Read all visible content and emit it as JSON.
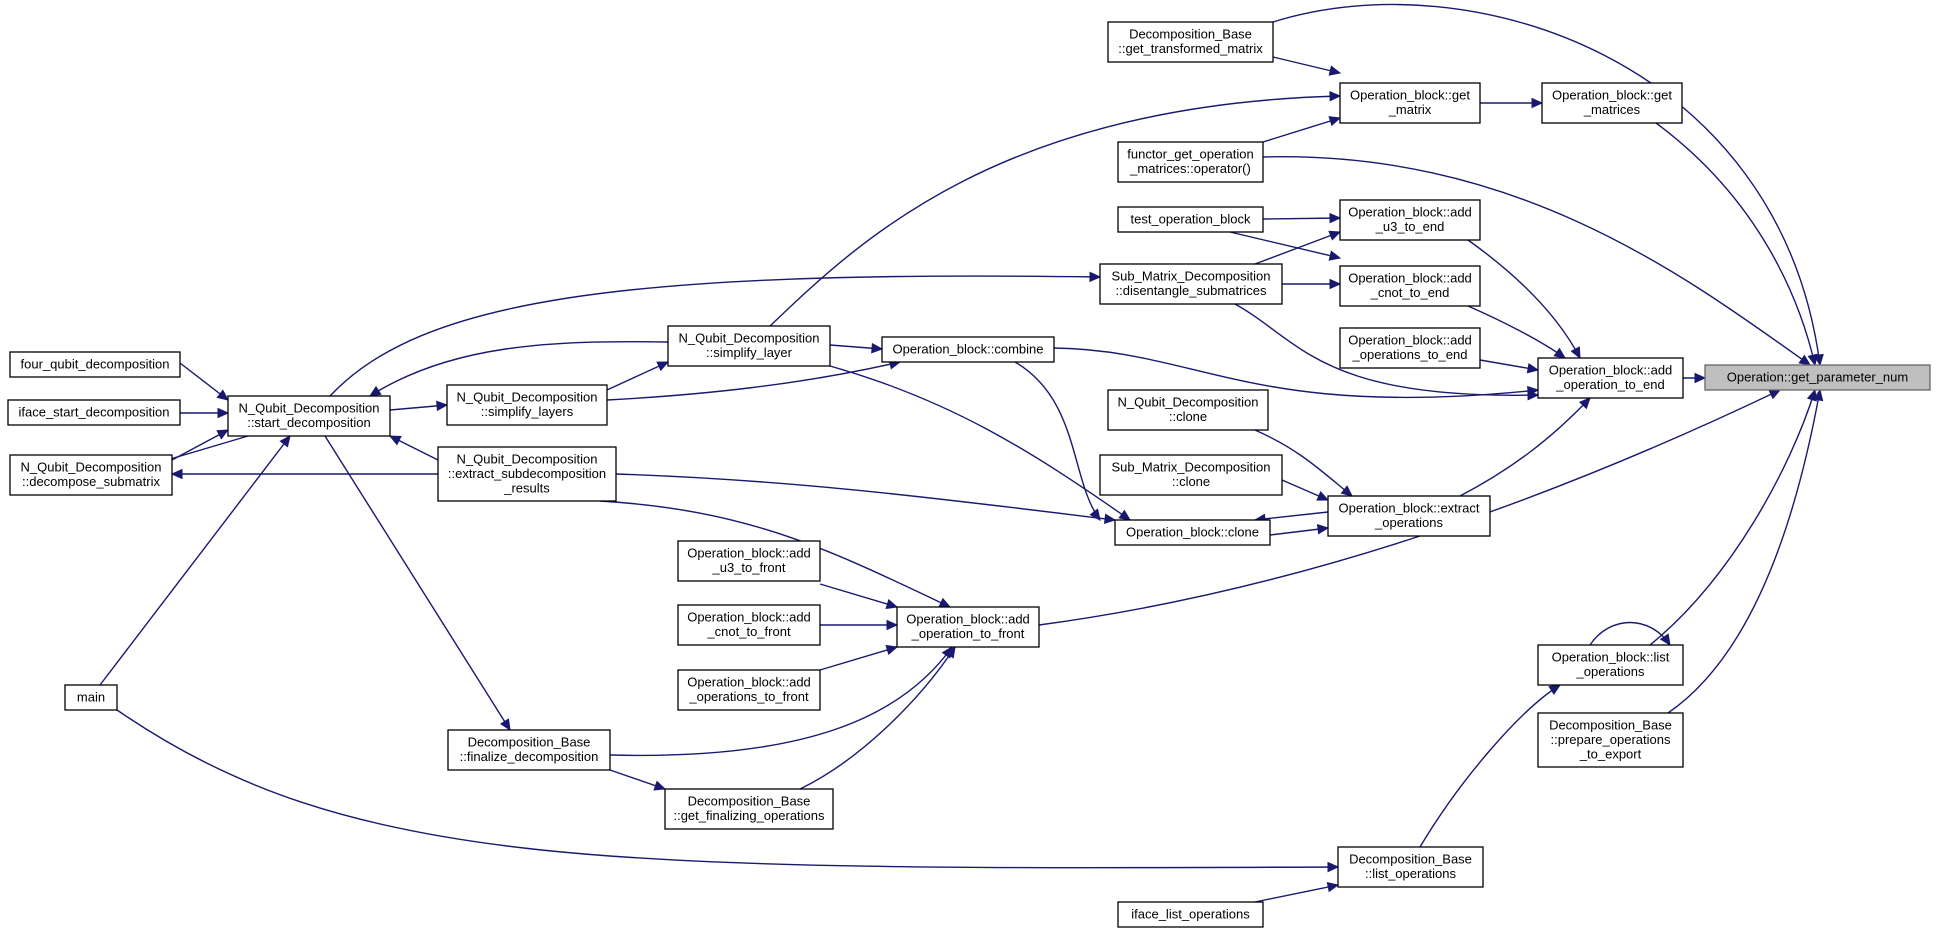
{
  "diagram": {
    "type": "doxygen-caller-graph",
    "colors": {
      "edge": "#191970",
      "root_fill": "#bfbfbf",
      "node_fill": "#ffffff"
    },
    "nodes": [
      {
        "id": "root",
        "lines": [
          "Operation::get_parameter_num"
        ],
        "root": true
      },
      {
        "id": "add_op_end",
        "lines": [
          "Operation_block::add",
          "_operation_to_end"
        ]
      },
      {
        "id": "get_matrices",
        "lines": [
          "Operation_block::get",
          "_matrices"
        ]
      },
      {
        "id": "get_matrix",
        "lines": [
          "Operation_block::get",
          "_matrix"
        ]
      },
      {
        "id": "db_transformed",
        "lines": [
          "Decomposition_Base",
          "::get_transformed_matrix"
        ]
      },
      {
        "id": "functor",
        "lines": [
          "functor_get_operation",
          "_matrices::operator()"
        ]
      },
      {
        "id": "add_u3_end",
        "lines": [
          "Operation_block::add",
          "_u3_to_end"
        ]
      },
      {
        "id": "test_ob",
        "lines": [
          "test_operation_block"
        ]
      },
      {
        "id": "add_cnot_end",
        "lines": [
          "Operation_block::add",
          "_cnot_to_end"
        ]
      },
      {
        "id": "smd_disentangle",
        "lines": [
          "Sub_Matrix_Decomposition",
          "::disentangle_submatrices"
        ]
      },
      {
        "id": "add_ops_end",
        "lines": [
          "Operation_block::add",
          "_operations_to_end"
        ]
      },
      {
        "id": "combine",
        "lines": [
          "Operation_block::combine"
        ]
      },
      {
        "id": "nqd_simplify_layer",
        "lines": [
          "N_Qubit_Decomposition",
          "::simplify_layer"
        ]
      },
      {
        "id": "nqd_simplify_layers",
        "lines": [
          "N_Qubit_Decomposition",
          "::simplify_layers"
        ]
      },
      {
        "id": "nqd_start",
        "lines": [
          "N_Qubit_Decomposition",
          "::start_decomposition"
        ]
      },
      {
        "id": "four_qubit",
        "lines": [
          "four_qubit_decomposition"
        ]
      },
      {
        "id": "iface_start",
        "lines": [
          "iface_start_decomposition"
        ]
      },
      {
        "id": "nqd_decompose_sub",
        "lines": [
          "N_Qubit_Decomposition",
          "::decompose_submatrix"
        ]
      },
      {
        "id": "nqd_extract",
        "lines": [
          "N_Qubit_Decomposition",
          "::extract_subdecomposition",
          "_results"
        ]
      },
      {
        "id": "nqd_clone",
        "lines": [
          "N_Qubit_Decomposition",
          "::clone"
        ]
      },
      {
        "id": "smd_clone",
        "lines": [
          "Sub_Matrix_Decomposition",
          "::clone"
        ]
      },
      {
        "id": "extract_ops",
        "lines": [
          "Operation_block::extract",
          "_operations"
        ]
      },
      {
        "id": "ob_clone",
        "lines": [
          "Operation_block::clone"
        ]
      },
      {
        "id": "add_op_front",
        "lines": [
          "Operation_block::add",
          "_operation_to_front"
        ]
      },
      {
        "id": "add_u3_front",
        "lines": [
          "Operation_block::add",
          "_u3_to_front"
        ]
      },
      {
        "id": "add_cnot_front",
        "lines": [
          "Operation_block::add",
          "_cnot_to_front"
        ]
      },
      {
        "id": "add_ops_front",
        "lines": [
          "Operation_block::add",
          "_operations_to_front"
        ]
      },
      {
        "id": "main",
        "lines": [
          "main"
        ]
      },
      {
        "id": "db_finalize",
        "lines": [
          "Decomposition_Base",
          "::finalize_decomposition"
        ]
      },
      {
        "id": "db_get_final",
        "lines": [
          "Decomposition_Base",
          "::get_finalizing_operations"
        ]
      },
      {
        "id": "list_ops",
        "lines": [
          "Operation_block::list",
          "_operations"
        ]
      },
      {
        "id": "db_prepare",
        "lines": [
          "Decomposition_Base",
          "::prepare_operations",
          "_to_export"
        ]
      },
      {
        "id": "db_list_ops",
        "lines": [
          "Decomposition_Base",
          "::list_operations"
        ]
      },
      {
        "id": "iface_list",
        "lines": [
          "iface_list_operations"
        ]
      }
    ]
  }
}
